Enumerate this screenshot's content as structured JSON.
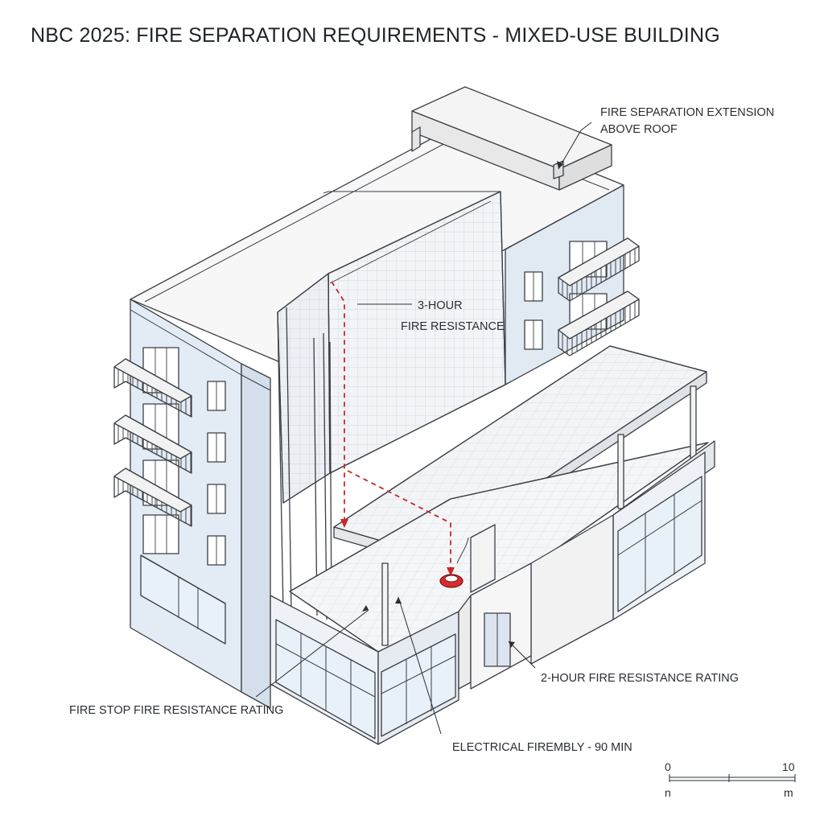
{
  "title": "NBC 2025: FIRE SEPARATION REQUIREMENTS - MIXED-USE BUILDING",
  "annotations": {
    "roof_extension_line1": "FIRE SEPARATION EXTENSION",
    "roof_extension_line2": "ABOVE ROOF",
    "wall_rating_line1": "3-HOUR",
    "wall_rating_line2": "FIRE RESISTANCE",
    "two_hour": "2-HOUR FIRE RESISTANCE RATING",
    "fire_stop": "FIRE STOP FIRE RESISTANCE RATING",
    "electrical": "ELECTRICAL FIREMBLY - 90 MIN"
  },
  "scale_bar": {
    "start": "0",
    "end": "10",
    "unit_left": "n",
    "unit_right": "m"
  },
  "colors": {
    "outline": "#3a3f45",
    "wall_face": "#e3ebf5",
    "roof": "#f7f7f7",
    "glass": "#e8f0f8",
    "callout_dash": "#c62828",
    "firestop": "#d32f2f"
  }
}
